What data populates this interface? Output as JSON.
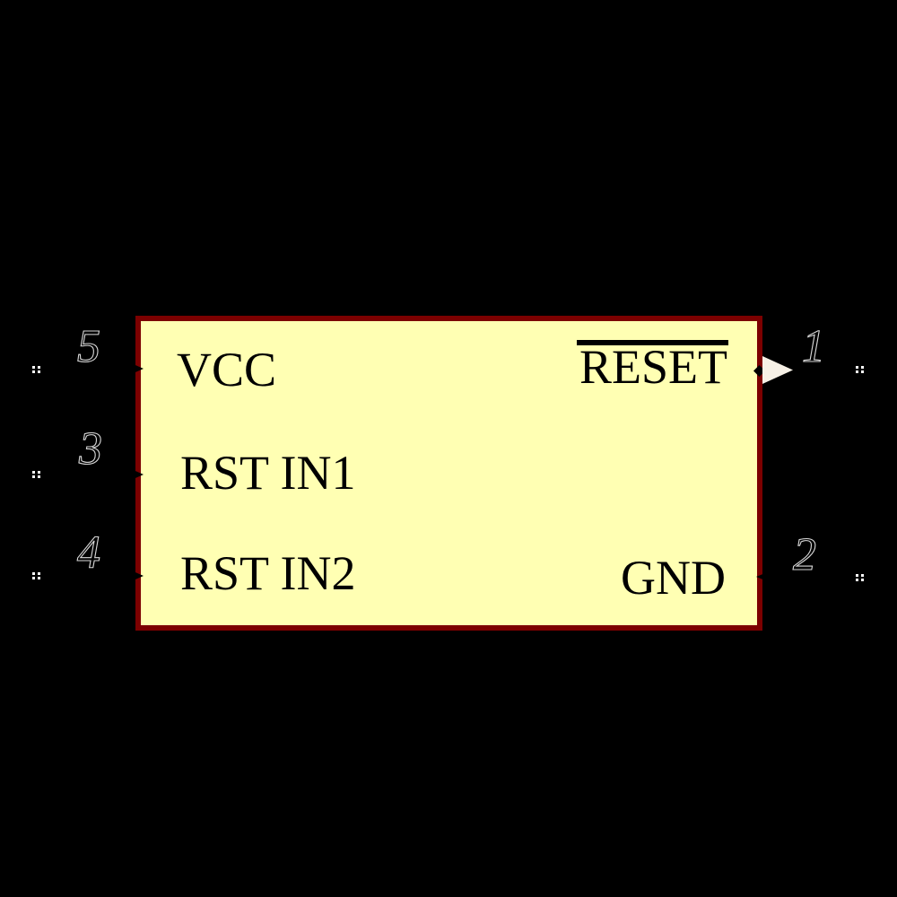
{
  "colors": {
    "background": "#000000",
    "body_fill": "#FFFFB3",
    "body_border": "#7C0000",
    "label_text": "#000000",
    "pin_number_fill": "#000000",
    "pin_number_outline": "#D9D9D9",
    "endpoint_dots": "#FFFFFF",
    "output_marker": "#F7F1E6"
  },
  "symbol": {
    "pins": {
      "left": [
        {
          "number": "5",
          "label": "VCC"
        },
        {
          "number": "3",
          "label": "RST IN1"
        },
        {
          "number": "4",
          "label": "RST IN2"
        }
      ],
      "right": [
        {
          "number": "1",
          "label": "RESET",
          "active_low": true
        },
        {
          "number": "2",
          "label": "GND"
        }
      ]
    }
  }
}
